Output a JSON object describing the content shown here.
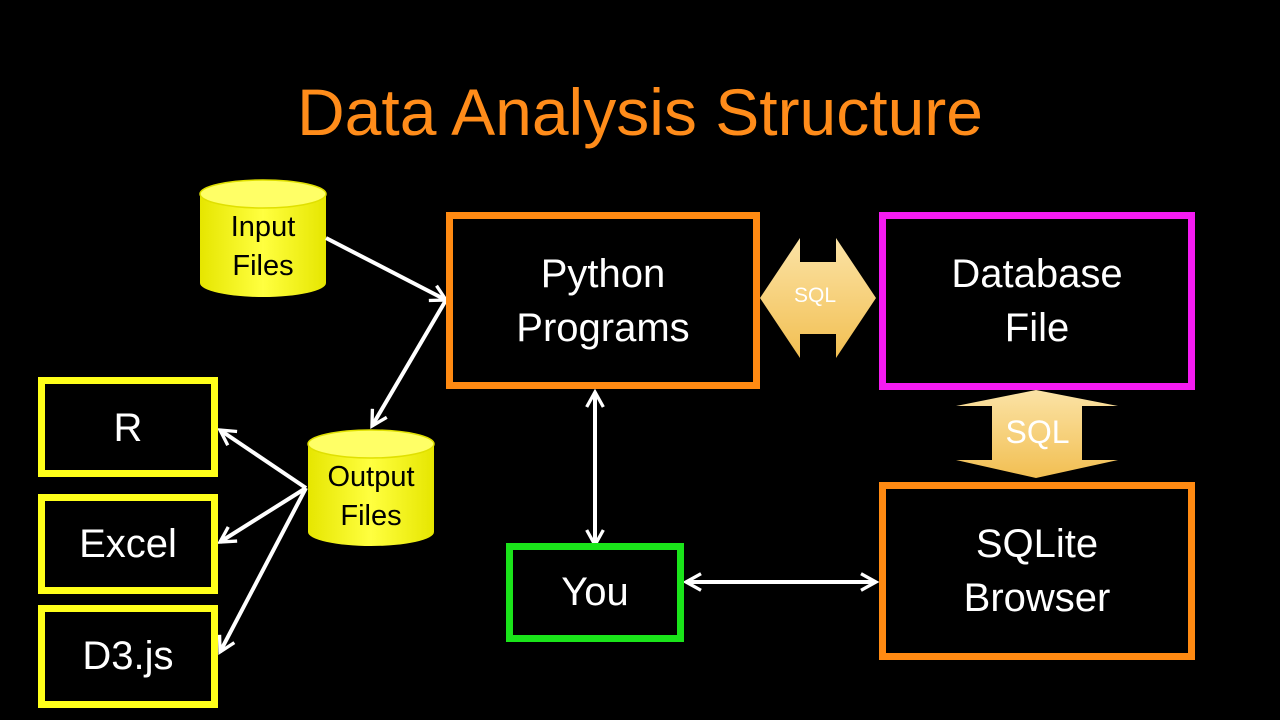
{
  "title": "Data Analysis Structure",
  "nodes": {
    "input_files": [
      "Input",
      "Files"
    ],
    "python_programs": [
      "Python",
      "Programs"
    ],
    "database_file": [
      "Database",
      "File"
    ],
    "r": "R",
    "excel": "Excel",
    "d3": "D3.js",
    "output_files": [
      "Output",
      "Files"
    ],
    "you": "You",
    "sqlite_browser": [
      "SQLite",
      "Browser"
    ]
  },
  "connectors": {
    "sql_horizontal": "SQL",
    "sql_vertical": "SQL"
  },
  "colors": {
    "background": "#000000",
    "title": "#FF8C1A",
    "python_border": "#FF8A12",
    "database_border": "#F51BF2",
    "sqlite_border": "#FF8A12",
    "you_border": "#1AE41A",
    "tool_border": "#FFFF1A",
    "cylinder": "#FFFF33",
    "sql_arrow": "#F7CC74"
  }
}
